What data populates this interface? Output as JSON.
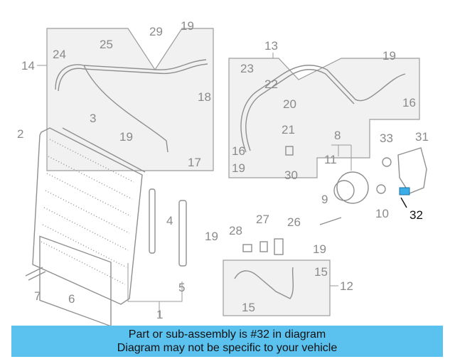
{
  "labels": {
    "l1": "1",
    "l2": "2",
    "l3": "3",
    "l4": "4",
    "l5": "5",
    "l6": "6",
    "l7": "7",
    "l8": "8",
    "l9": "9",
    "l10": "10",
    "l11": "11",
    "l12": "12",
    "l13": "13",
    "l14": "14",
    "l15a": "15",
    "l15b": "15",
    "l16a": "16",
    "l16b": "16",
    "l17": "17",
    "l18": "18",
    "l19a": "19",
    "l19b": "19",
    "l19c": "19",
    "l19d": "19",
    "l19e": "19",
    "l19f": "19",
    "l20": "20",
    "l21": "21",
    "l22": "22",
    "l23": "23",
    "l24": "24",
    "l25": "25",
    "l26": "26",
    "l27": "27",
    "l28": "28",
    "l29": "29",
    "l30": "30",
    "l31": "31",
    "l32": "32",
    "l33": "33"
  },
  "highlight": {
    "part_number": "32",
    "color": "#3aaee8"
  },
  "banner": {
    "line1": "Part or sub-assembly is #32 in diagram",
    "line2": "Diagram may not be specific to your vehicle",
    "color": "#5bc2f0"
  }
}
